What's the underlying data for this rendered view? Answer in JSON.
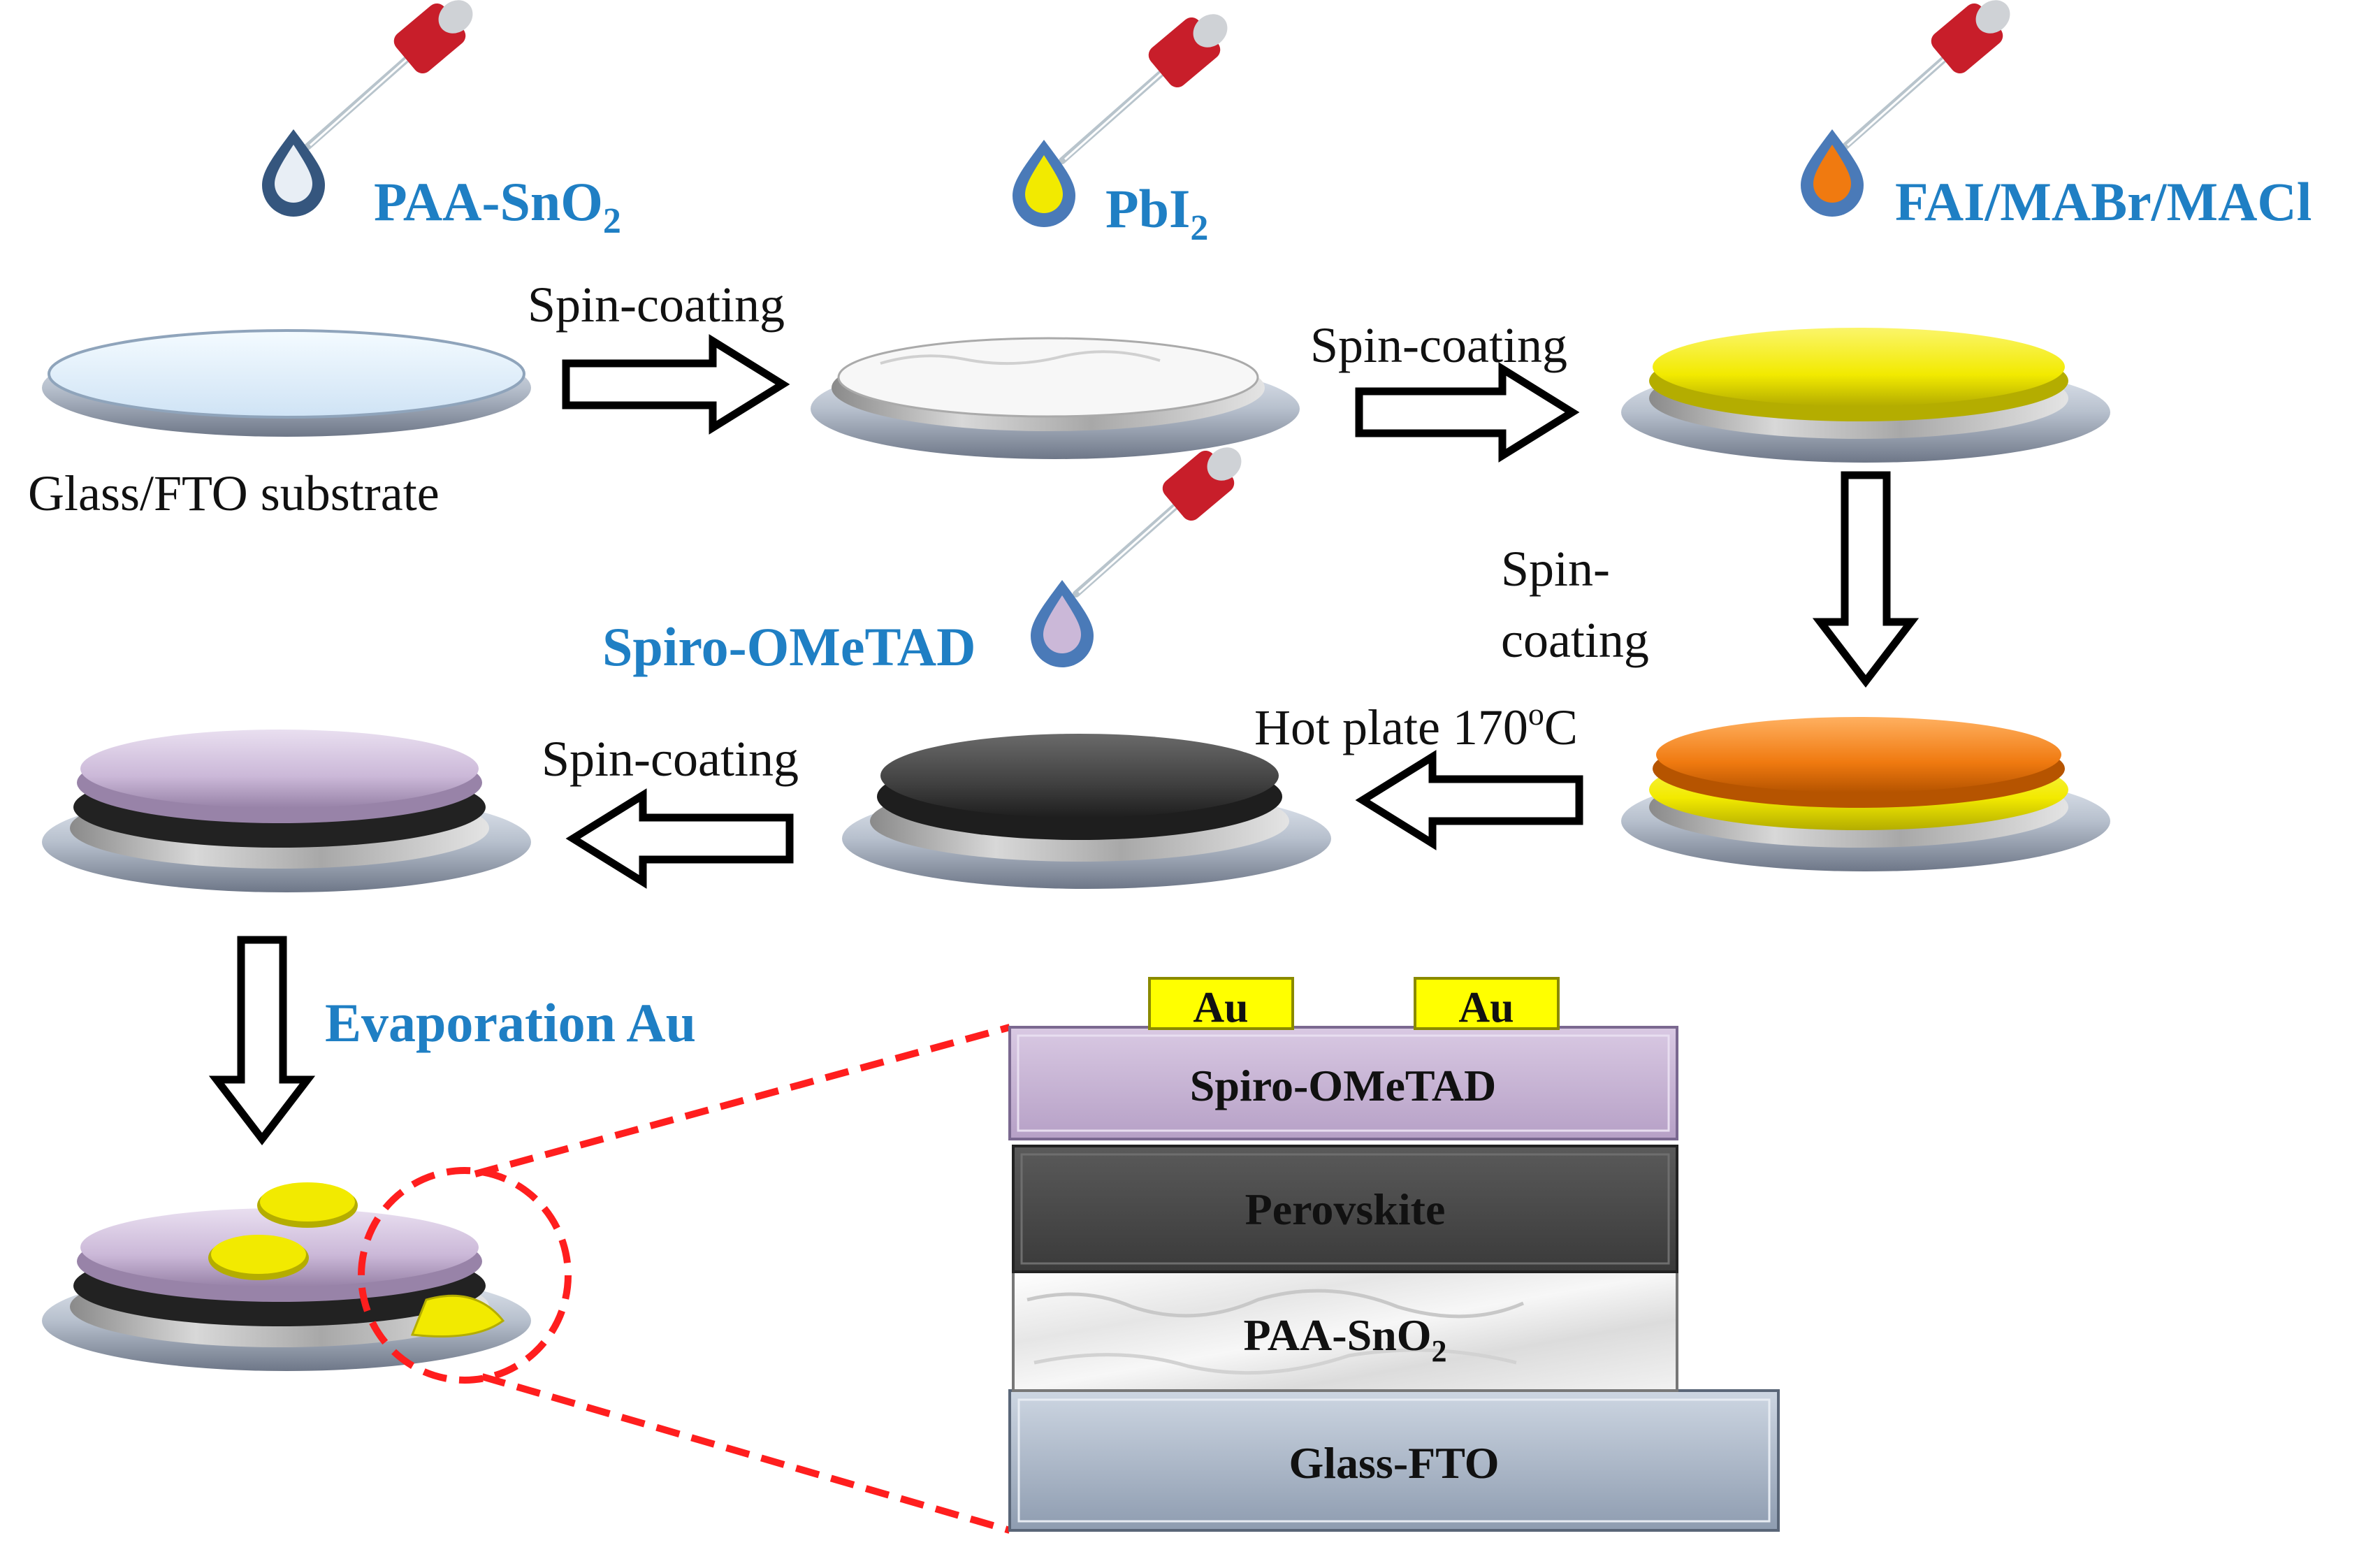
{
  "reagents": {
    "paa_sno2": {
      "main": "PAA-SnO",
      "sub": "2"
    },
    "pbi2": {
      "main": "PbI",
      "sub": "2"
    },
    "fai": "FAI/MABr/MACl",
    "spiro": "Spiro-OMeTAD"
  },
  "process": {
    "substrate_label": "Glass/FTO substrate",
    "spin_coating": "Spin-coating",
    "spin_split_1": "Spin-",
    "spin_split_2": "coating",
    "hot_plate": "Hot plate 170",
    "hot_plate_sup": "o",
    "hot_plate_unit": "C",
    "evaporation": "Evaporation Au"
  },
  "stack": {
    "au": "Au",
    "spiro": "Spiro-OMeTAD",
    "perovskite": "Perovskite",
    "paa_main": "PAA-SnO",
    "paa_sub": "2",
    "glass": "Glass-FTO"
  },
  "colors": {
    "label_blue": "#1f7fc4",
    "pbi2_yellow": "#f2ea00",
    "perovskite_orange": "#f07a10",
    "perovskite_dark": "#444444",
    "spiro_purple": "#cbb8d8",
    "gold": "#ffff00",
    "zoom_red": "#ff1e1e"
  }
}
